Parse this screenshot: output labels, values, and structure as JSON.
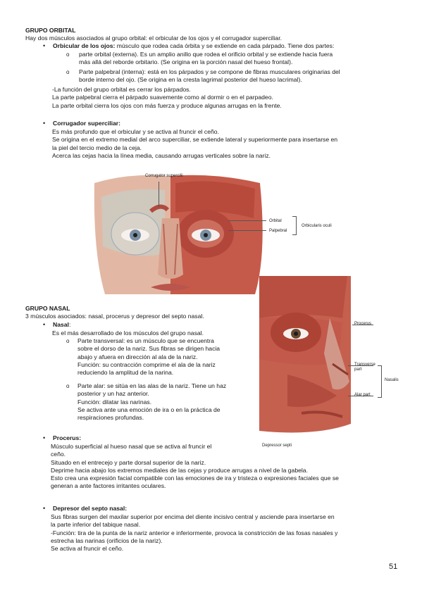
{
  "orbital": {
    "heading": "GRUPO ORBITAL",
    "intro": "Hay dos músculos asociados al grupo orbital: el orbicular de los ojos y el corrugador superciliar.",
    "orbicular_title": "Orbicular de los ojos:",
    "orbicular_desc": " músculo que rodea cada órbita y se extiende en cada párpado. Tiene dos partes:",
    "sub1_l1": "parte orbital (externa). Es un amplio anillo que rodea el orificio orbital y se extiende hacia fuera",
    "sub1_l2": "más allá del reborde orbitario. (Se origina en la porción nasal del hueso frontal).",
    "sub2_l1": "Parte palpebral (interna): está en los párpados y se compone de fibras musculares originarias del",
    "sub2_l2": "borde interno del ojo. (Se origina en la cresta lagrimal posterior del hueso lacrimal).",
    "func1": "-La función del grupo orbital es cerrar los párpados.",
    "func2": "La parte palpebral cierra el párpado suavemente como al dormir o en el parpadeo.",
    "func3": "La parte orbital cierra los ojos con más fuerza y produce algunas arrugas en la frente.",
    "corr_title": "Corrugador superciliar:",
    "corr1": "Es más profundo que el orbicular y se activa al fruncir el ceño.",
    "corr2": "Se origina en el extremo medial del arco superciliar, se extiende lateral y superiormente para insertarse en",
    "corr3": "la piel del tercio medio de la ceja.",
    "corr4": "Acerca las cejas hacia la línea media, causando arrugas verticales sobre la nariz."
  },
  "figure1": {
    "label_corrugator": "Corrugator supercilii",
    "label_orbital": "Orbital",
    "label_palpebral": "Palpebral",
    "label_orbicularis": "Orbicularis oculi"
  },
  "nasal": {
    "heading": "GRUPO NASAL",
    "intro": "3 músculos asociados: nasal, procerus y depresor del septo nasal.",
    "nasal_title": "Nasal",
    "nasal_colon": ":",
    "nasal_desc": "Es el más desarrollado de los músculos del grupo nasal.",
    "t1": "Parte transversal: es un músculo que se encuentra",
    "t2": "sobre el dorso de la nariz. Sus fibras se dirigen hacia",
    "t3": "abajo y afuera en dirección al ala de la nariz.",
    "t4": "Función: su contracción comprime el ala de la nariz",
    "t5": "reduciendo la amplitud de la narina.",
    "a1": "Parte alar: se sitúa en las alas de la nariz. Tiene un haz",
    "a2": "posterior y un haz anterior.",
    "a3": "Función: dilatar las narinas.",
    "a4": "Se activa ante una emoción de ira o en la práctica de",
    "a5": "respiraciones profundas.",
    "proc_title": "Procerus:",
    "p1": "Músculo superficial al hueso nasal que se activa al fruncir el",
    "p2": "ceño.",
    "p3": "Situado en el entrecejo y parte dorsal superior de la nariz.",
    "p4": "Deprime hacia abajo los extremos mediales de las cejas y produce arrugas a nivel de la gabela.",
    "p5": "Esto crea una expresión facial compatible con las emociones de ira y tristeza o expresiones faciales que se",
    "p6": "generan a ante factores irritantes oculares.",
    "dep_title": "Depresor del septo nasal:",
    "d1": "Sus fibras surgen del maxilar superior por encima del diente incisivo central y asciende para insertarse en",
    "d2": "la parte inferior del tabique nasal.",
    "d3": "-Función: tira de la punta de la nariz anterior e inferiormente, provoca la constricción de las fosas nasales y",
    "d4": "estrecha las narinas (orificios de la nariz).",
    "d5": "Se activa al fruncir el ceño."
  },
  "figure2": {
    "label_procerus": "Procerus",
    "label_transverse": "Transverse",
    "label_part": "part",
    "label_nasalis": "Nasalis",
    "label_alar": "Alar part",
    "label_depressor": "Depressor septi"
  },
  "bullet_glyph": "•",
  "circle_glyph": "o",
  "page_number": "51"
}
